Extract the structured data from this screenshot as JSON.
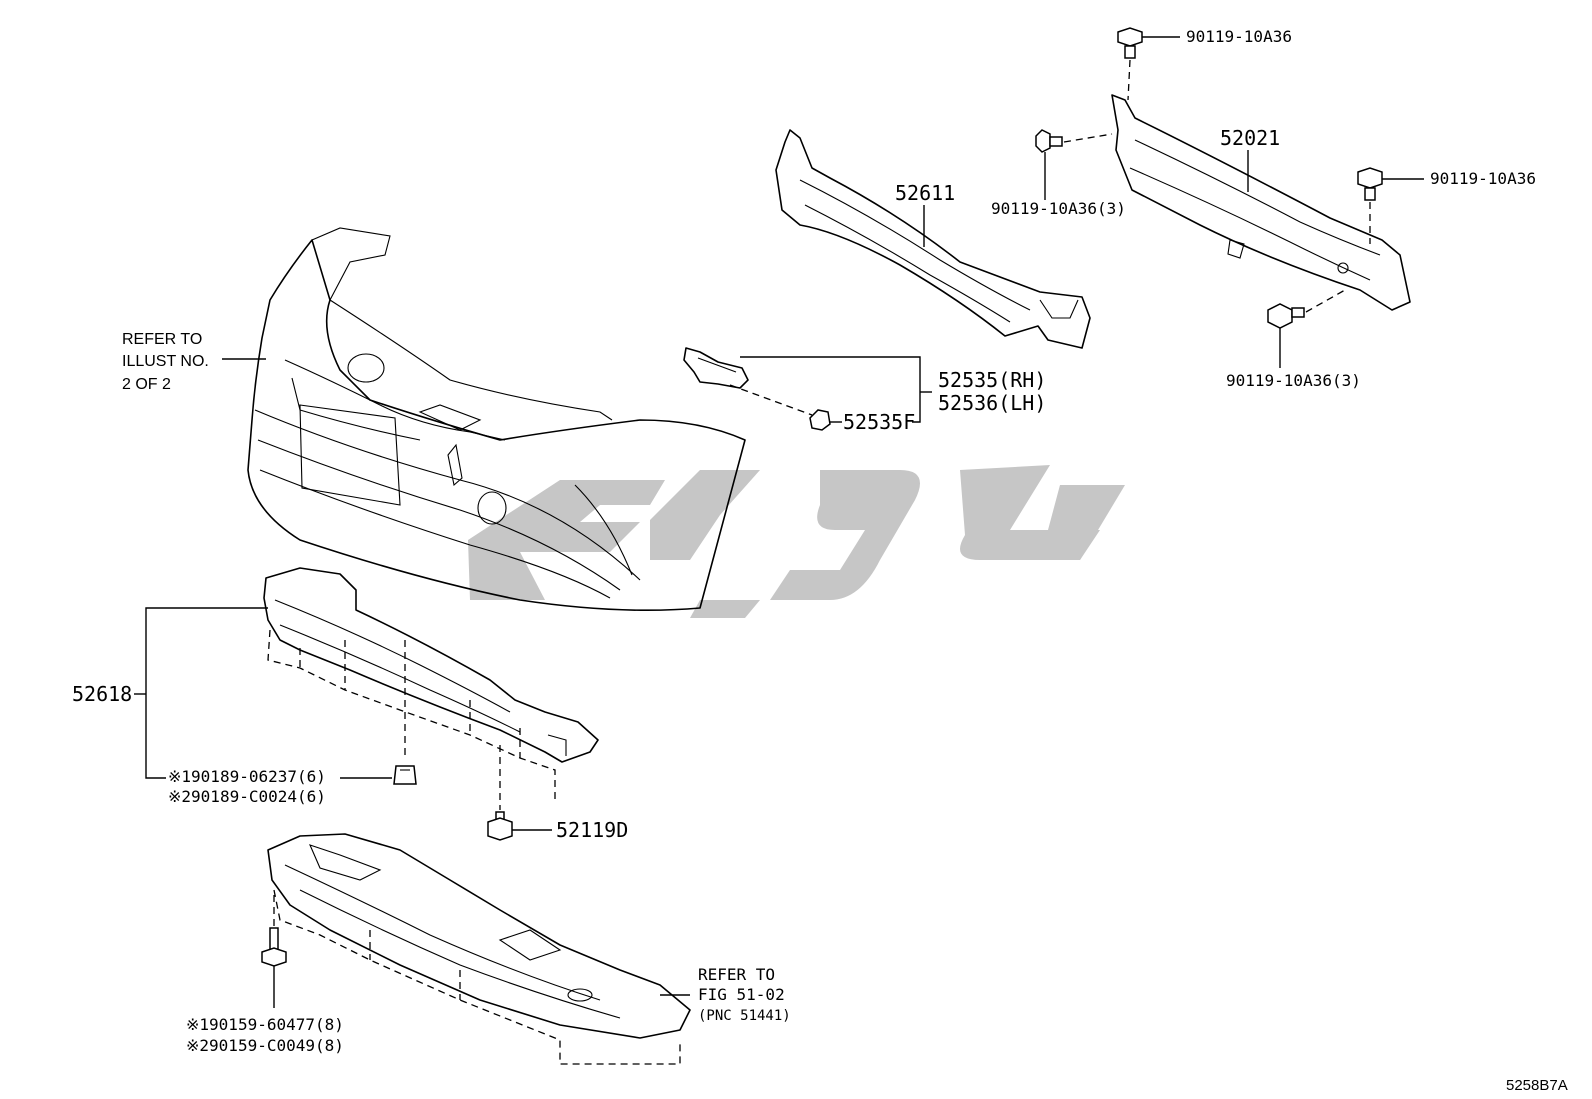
{
  "parts": {
    "bolt_top": "90119-10A36",
    "reinforcement": "52021",
    "bolt_left": "90119-10A36(3)",
    "bolt_right": "90119-10A36",
    "bolt_lower": "90119-10A36(3)",
    "absorber": "52611",
    "retainer_rh": "52535(RH)",
    "retainer_lh": "52536(LH)",
    "retainer_screw": "52535F",
    "lower_absorber": "52618",
    "clip_1": "※190189-06237(6)",
    "clip_2": "※290189-C0024(6)",
    "bolt_lower_absorber": "52119D",
    "screw_1": "※190159-60477(8)",
    "screw_2": "※290159-C0049(8)"
  },
  "notes": {
    "bumper_ref": [
      "REFER TO",
      "ILLUST NO.",
      "2 OF 2"
    ],
    "cover_ref": [
      "REFER TO",
      "FIG 51-02",
      "(PNC 51441)"
    ]
  },
  "illustration_id": "5258B7A",
  "colors": {
    "line": "#000000",
    "watermark": "#c6c6c6",
    "background": "#ffffff"
  }
}
